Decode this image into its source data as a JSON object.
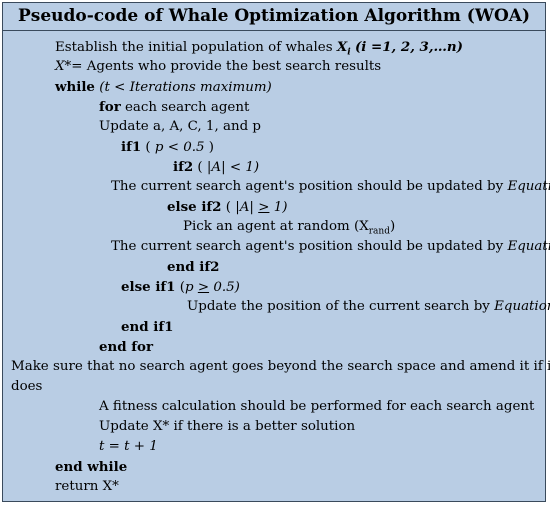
{
  "title": "Pseudo-code of Whale Optimization Algorithm (WOA)",
  "lines": {
    "l1": {
      "text": "Establish the initial population of whales ",
      "var": "X",
      "sub": "i",
      "params": "(i =1, 2, 3,…n)"
    },
    "l2": {
      "var": "X",
      "rest": "*= Agents who provide the best search results"
    },
    "l3": {
      "kw": "while",
      "cond": " (t < Iterations maximum)"
    },
    "l4": {
      "kw": "for",
      "rest": " each search agent"
    },
    "l5": {
      "text": "Update a, A, C, 1, and p"
    },
    "l6": {
      "kw": "if1",
      "open": " ( ",
      "cond": "p < 0.5",
      "close": " )"
    },
    "l7": {
      "kw": "if2",
      "open": " ( |",
      "var": "A",
      "close": "| < ",
      "num": "1)"
    },
    "l8": {
      "text": "The current search agent's position should be updated by ",
      "eq": "Equation"
    },
    "l9": {
      "kw": "else if2",
      "open": " ( |",
      "var": "A",
      "close": "| ",
      "ge": ">",
      "num": " 1)"
    },
    "l10": {
      "text": "Pick an agent at random (X",
      "sub": "rand",
      "close": ")"
    },
    "l11": {
      "text": "The current search agent's position should be updated by ",
      "eq": "Equation"
    },
    "l12": {
      "kw": "end if2"
    },
    "l13": {
      "kw": "else if1",
      "open": " (",
      "cond": "p ",
      "ge": ">",
      "num": " 0.5)"
    },
    "l14": {
      "text": "Update the position of the current search by ",
      "eq": "Equation"
    },
    "l15": {
      "kw": "end if1"
    },
    "l16": {
      "kw": "end for"
    },
    "l17": {
      "text": "Make sure that no search agent goes beyond the search space and amend it if it"
    },
    "l18": {
      "text": "does"
    },
    "l19": {
      "text": "A fitness calculation should be performed for each search agent"
    },
    "l20": {
      "text": "Update X* if there is a better solution"
    },
    "l21": {
      "text": "t = t + 1"
    },
    "l22": {
      "kw": "end while"
    },
    "l23": {
      "text": "return X*"
    }
  }
}
